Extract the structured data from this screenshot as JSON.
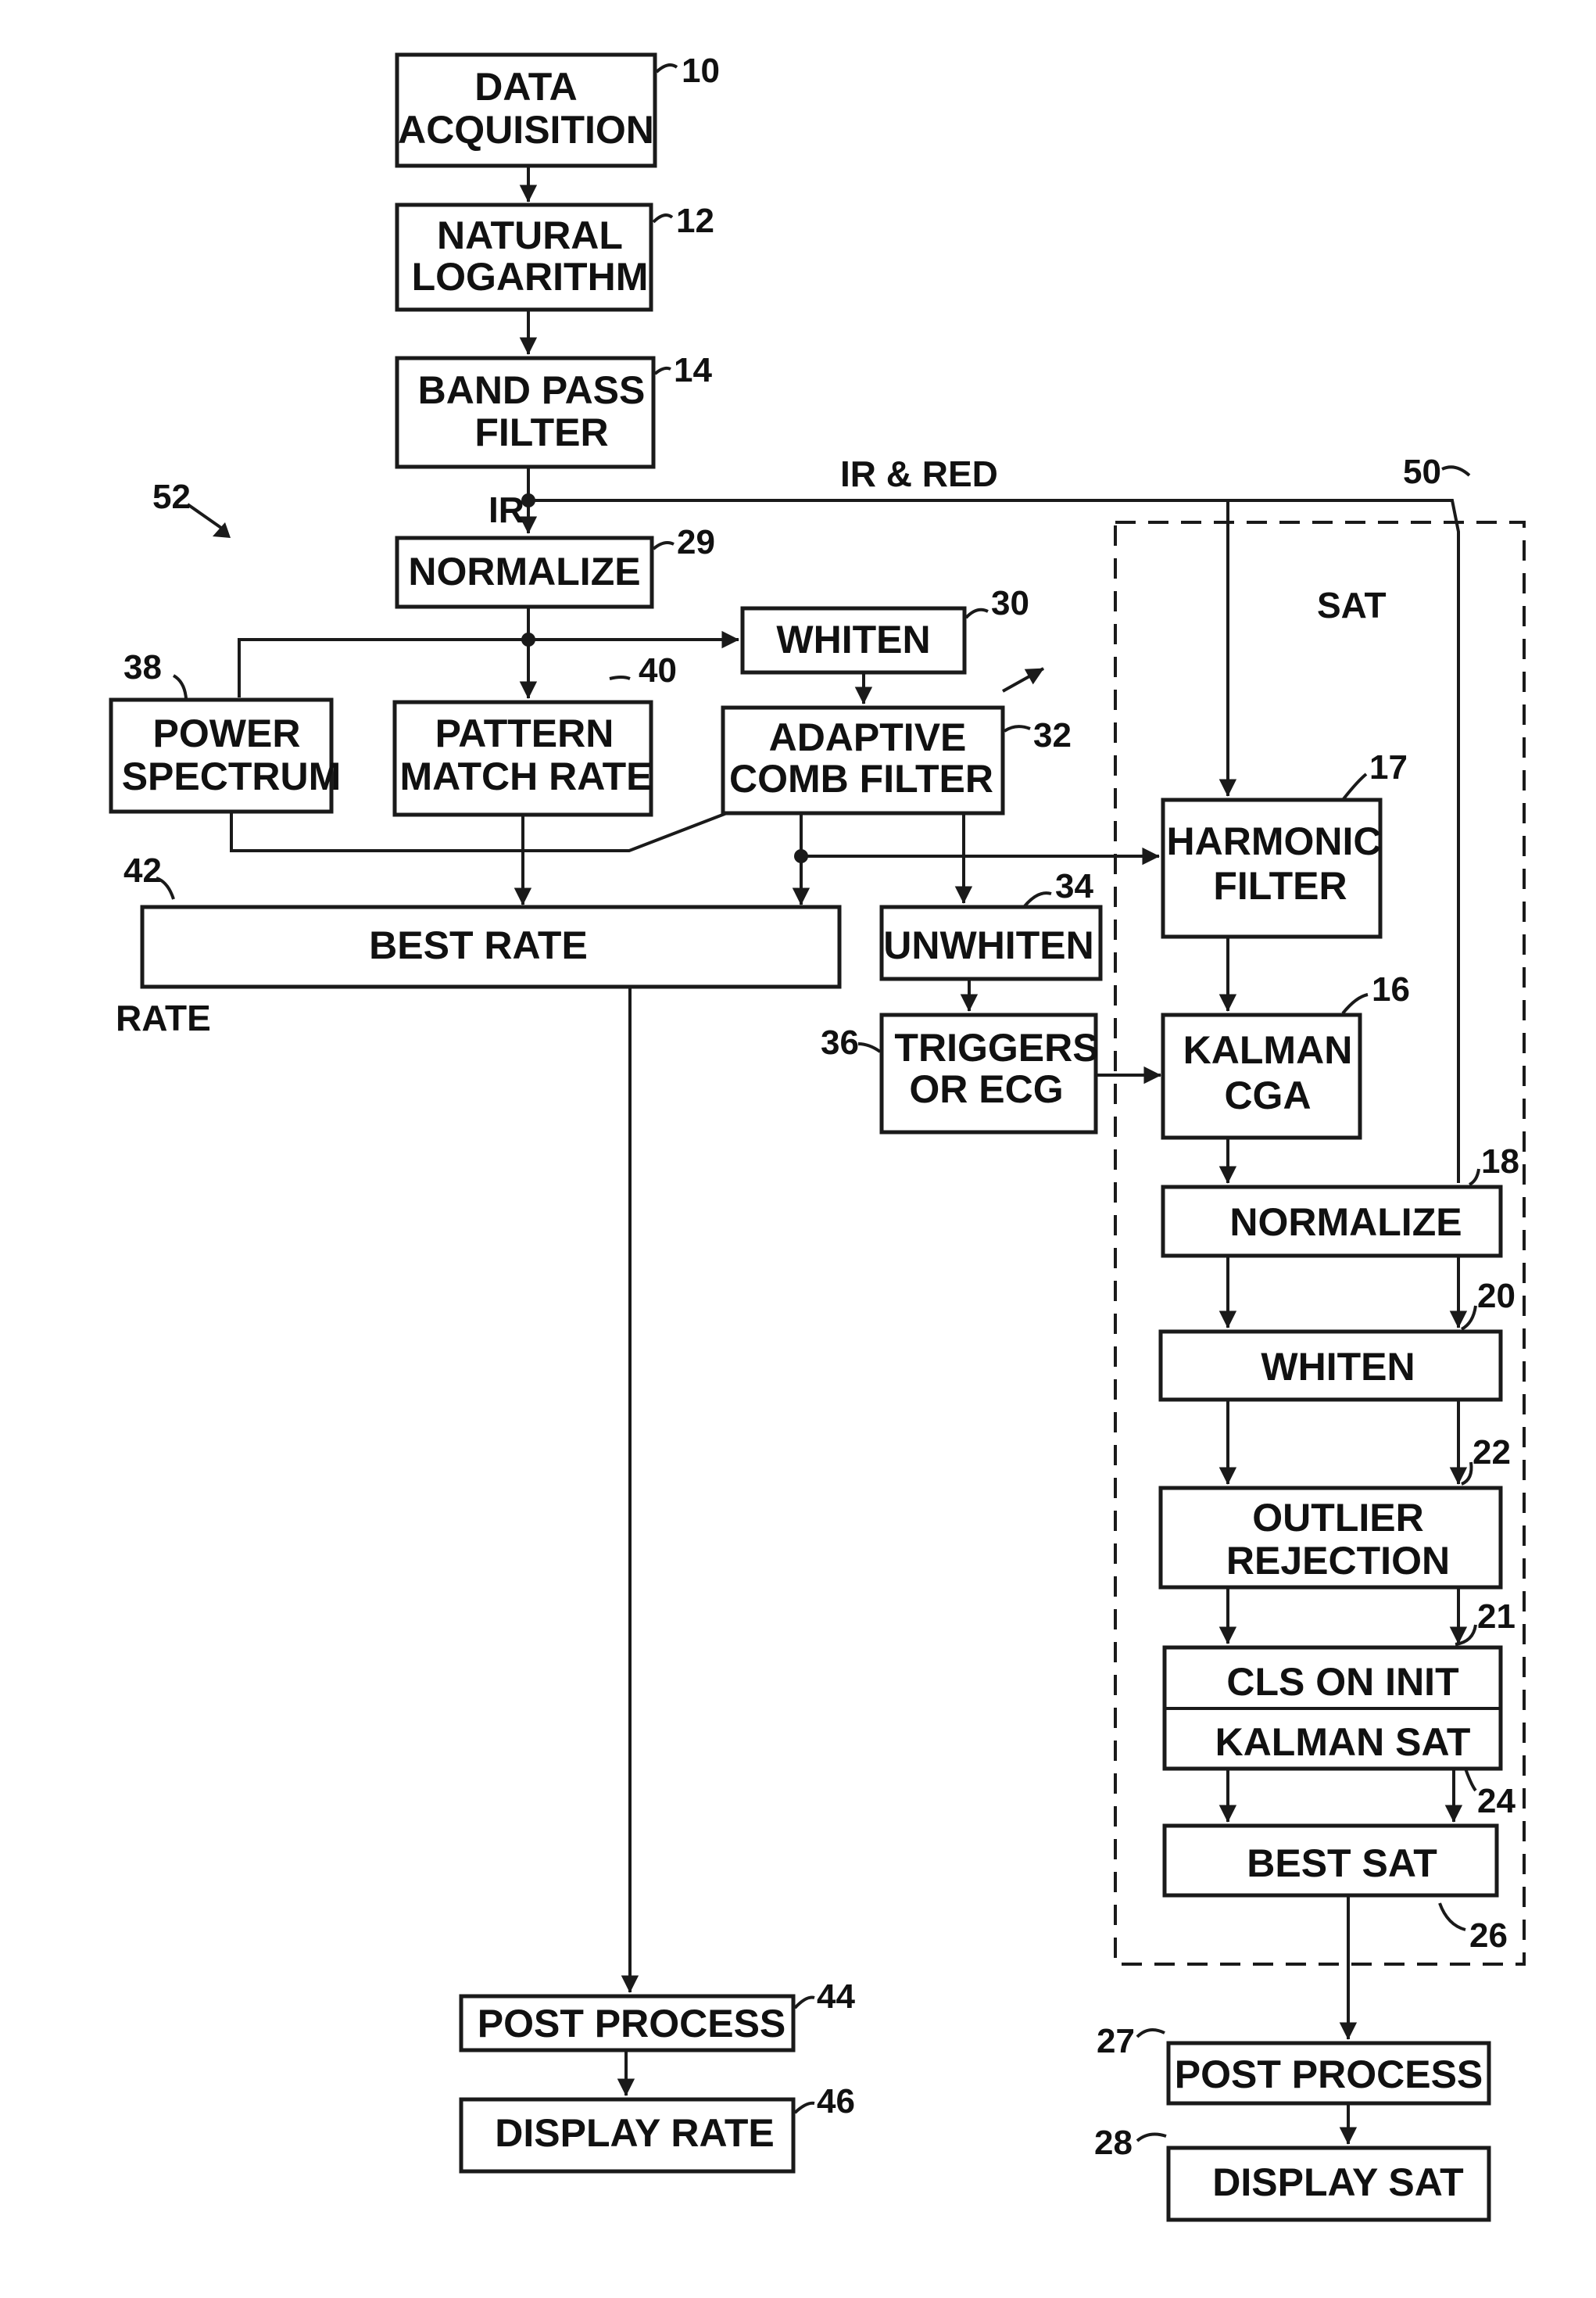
{
  "blocks": {
    "data_acquisition": {
      "lines": [
        "DATA",
        "ACQUISITION"
      ],
      "ref": "10"
    },
    "natural_logarithm": {
      "lines": [
        "NATURAL",
        "LOGARITHM"
      ],
      "ref": "12"
    },
    "band_pass_filter": {
      "lines": [
        "BAND PASS",
        "FILTER"
      ],
      "ref": "14"
    },
    "normalize_ir": {
      "lines": [
        "NORMALIZE"
      ],
      "ref": "29"
    },
    "whiten_rate": {
      "lines": [
        "WHITEN"
      ],
      "ref": "30"
    },
    "power_spectrum": {
      "lines": [
        "POWER",
        "SPECTRUM"
      ],
      "ref": "38"
    },
    "pattern_match_rate": {
      "lines": [
        "PATTERN",
        "MATCH RATE"
      ],
      "ref": "40"
    },
    "adaptive_comb_filter": {
      "lines": [
        "ADAPTIVE",
        "COMB FILTER"
      ],
      "ref": "32"
    },
    "best_rate": {
      "lines": [
        "BEST RATE"
      ],
      "ref": "42"
    },
    "unwhiten": {
      "lines": [
        "UNWHITEN"
      ],
      "ref": "34"
    },
    "triggers_or_ecg": {
      "lines": [
        "TRIGGERS",
        "OR ECG"
      ],
      "ref": "36"
    },
    "harmonic_filter": {
      "lines": [
        "HARMONIC",
        "FILTER"
      ],
      "ref": "17"
    },
    "kalman_cga": {
      "lines": [
        "KALMAN",
        "CGA"
      ],
      "ref": "16"
    },
    "normalize_sat": {
      "lines": [
        "NORMALIZE"
      ],
      "ref": "18"
    },
    "whiten_sat": {
      "lines": [
        "WHITEN"
      ],
      "ref": "20"
    },
    "outlier_rejection": {
      "lines": [
        "OUTLIER",
        "REJECTION"
      ],
      "ref": "22"
    },
    "cls_on_init": {
      "lines": [
        "CLS ON INIT"
      ],
      "ref": "21"
    },
    "kalman_sat": {
      "lines": [
        "KALMAN SAT"
      ],
      "ref": "24"
    },
    "best_sat": {
      "lines": [
        "BEST SAT"
      ],
      "ref": "26"
    },
    "post_process_rate": {
      "lines": [
        "POST PROCESS"
      ],
      "ref": "44"
    },
    "display_rate": {
      "lines": [
        "DISPLAY RATE"
      ],
      "ref": "46"
    },
    "post_process_sat": {
      "lines": [
        "POST PROCESS"
      ],
      "ref": "27"
    },
    "display_sat": {
      "lines": [
        "DISPLAY SAT"
      ],
      "ref": "28"
    }
  },
  "labels": {
    "ir": "IR",
    "ir_and_red": "IR & RED",
    "sat": "SAT",
    "rate": "RATE",
    "rate_system_ref": "52",
    "sat_system_ref": "50"
  }
}
